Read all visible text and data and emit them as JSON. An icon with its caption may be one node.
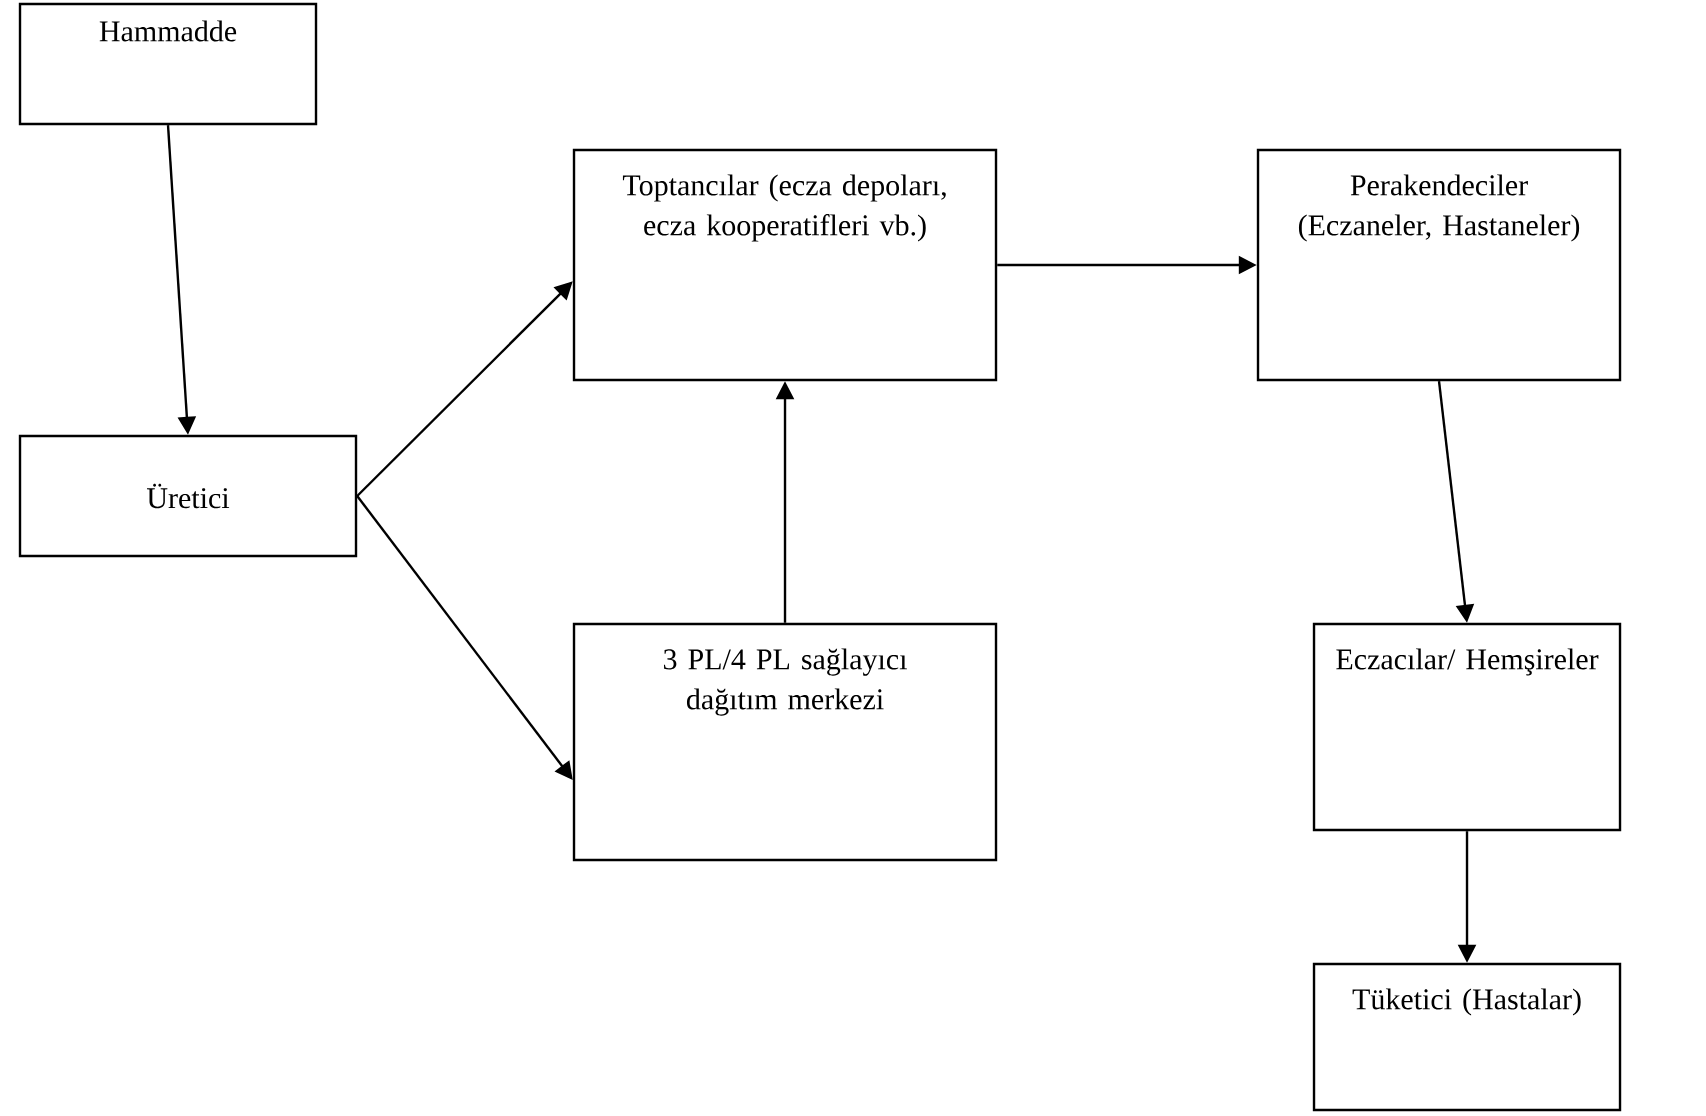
{
  "diagram": {
    "nodes": [
      {
        "text": [
          "Hammadde"
        ]
      },
      {
        "text": [
          "Üretici"
        ]
      },
      {
        "text": [
          "Toptancılar (ecza depoları, ecza kooperatifleri vb.)"
        ]
      },
      {
        "text": [
          "3 PL/4 PL sağlayıcı dağıtım merkezi"
        ]
      },
      {
        "text": [
          "Perakendeciler (Eczaneler, Hastaneler)"
        ]
      },
      {
        "text": [
          "Eczacılar/ Hemşireler"
        ]
      },
      {
        "text": [
          "Tüketici (Hastalar)"
        ]
      }
    ],
    "edges": [
      {
        "from": 0,
        "to": 1,
        "arrow": "to"
      },
      {
        "from": 1,
        "to": 2,
        "arrow": "to"
      },
      {
        "from": 1,
        "to": 3,
        "arrow": "to"
      },
      {
        "from": 3,
        "to": 2,
        "arrow": "to"
      },
      {
        "from": 2,
        "to": 4,
        "arrow": "to"
      },
      {
        "from": 4,
        "to": 5,
        "arrow": "to"
      },
      {
        "from": 5,
        "to": 6,
        "arrow": "to"
      }
    ]
  }
}
